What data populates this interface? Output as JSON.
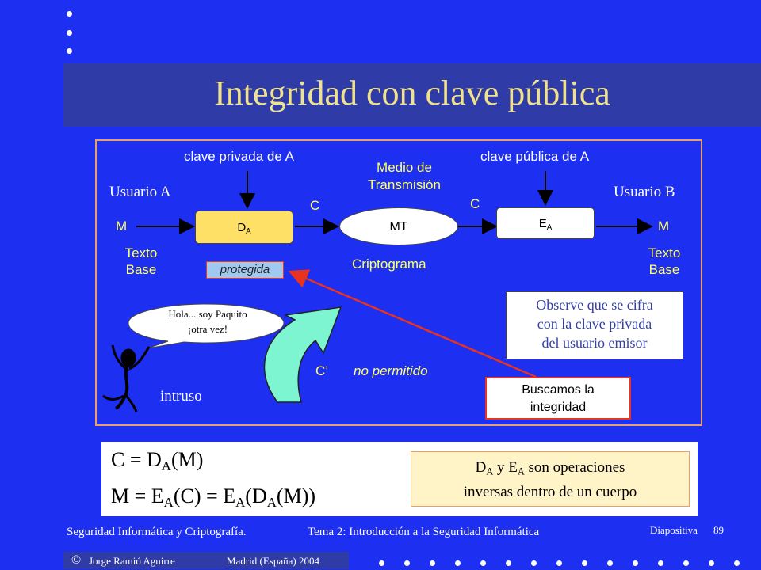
{
  "title": "Integridad con clave pública",
  "diagram": {
    "key_private_label": "clave privada de A",
    "key_public_label": "clave pública de A",
    "medium_label_1": "Medio de",
    "medium_label_2": "Transmisión",
    "user_a": "Usuario A",
    "user_b": "Usuario B",
    "m_left": "M",
    "m_right": "M",
    "c_left": "C",
    "c_right": "C",
    "box_da_main": "D",
    "box_da_sub": "A",
    "box_mt": "MT",
    "box_ea_main": "E",
    "box_ea_sub": "A",
    "texto_left_1": "Texto",
    "texto_left_2": "Base",
    "texto_right_1": "Texto",
    "texto_right_2": "Base",
    "protegida": "protegida",
    "criptograma": "Criptograma",
    "speech_1": "Hola... soy Paquito",
    "speech_2": "¡otra vez!",
    "c_prime": "C’",
    "no_permitido": "no permitido",
    "intruso": "intruso",
    "observe_1": "Observe que se cifra",
    "observe_2": "con la clave privada",
    "observe_3": "del usuario emisor",
    "buscamos_1": "Buscamos la",
    "buscamos_2": "integridad"
  },
  "formulas": {
    "f1_a": "C = D",
    "f1_sub": "A",
    "f1_b": "(M)",
    "f2_a": "M = E",
    "f2_sub1": "A",
    "f2_b": "(C) = E",
    "f2_sub2": "A",
    "f2_c": "(D",
    "f2_sub3": "A",
    "f2_d": "(M))",
    "note_1a": "D",
    "note_sub1": "A",
    "note_1b": " y E",
    "note_sub2": "A",
    "note_1c": " son operaciones",
    "note_2": "inversas dentro de un cuerpo"
  },
  "footer": {
    "course": "Seguridad Informática y Criptografía.",
    "topic": "Tema 2: Introducción a la Seguridad Informática",
    "slide_label": "Diapositiva",
    "slide_number": "89",
    "copyright_symbol": "©",
    "author": "Jorge Ramió Aguirre",
    "place": "Madrid (España) 2004"
  },
  "colors": {
    "background": "#1d2ff0",
    "title_bar": "#2f3ba6",
    "title_text": "#f0e28a",
    "box_fill": "#ffe066",
    "protegida_fill": "#9ec9f0",
    "arrow_teal": "#7cf5d0",
    "red_line": "#e8331f"
  }
}
